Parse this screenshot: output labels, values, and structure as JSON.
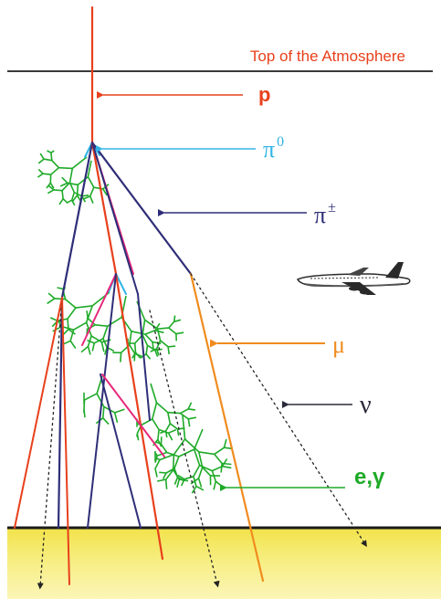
{
  "atmosphere_label": "Top of the Atmosphere",
  "particles": {
    "proton": "p",
    "pi_zero": "π",
    "pi_zero_sup": "0",
    "pi_charged": "π",
    "pi_charged_sup": "±",
    "muon": "μ",
    "neutrino": "ν",
    "electron_photon": "e,γ"
  },
  "colors": {
    "proton_red": "#e8401c",
    "pion_zero_cyan": "#32b4e6",
    "pion_charged_navy": "#2e2e78",
    "muon_orange": "#f08c1e",
    "em_green": "#1eaa28",
    "magenta": "#e6287a",
    "ground_yellow": "#f5ec6e",
    "horizon_black": "#1a1a1a"
  },
  "icons": {
    "airplane": "airplane-icon"
  }
}
